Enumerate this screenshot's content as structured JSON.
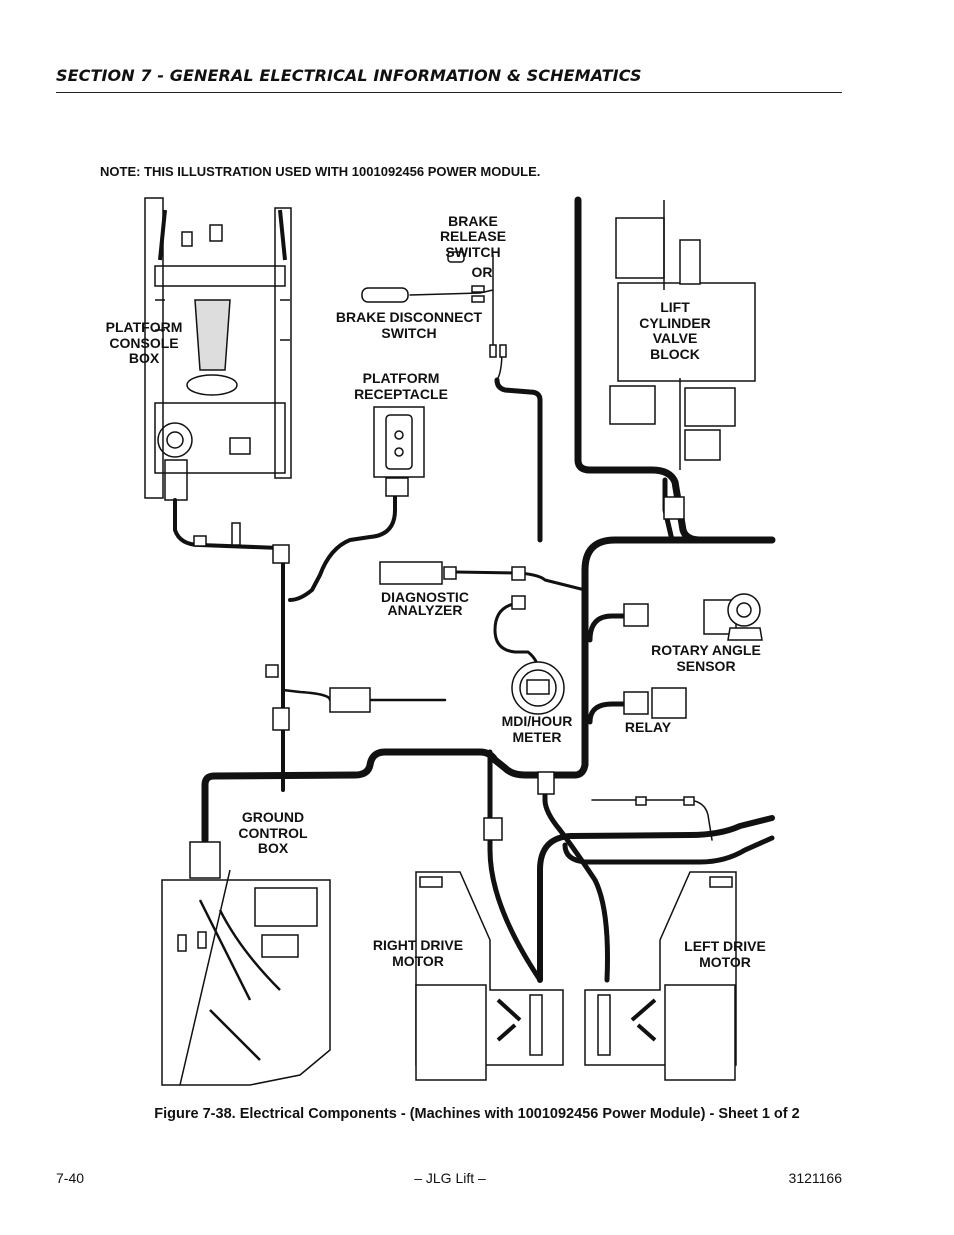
{
  "header": {
    "title": "SECTION 7 - GENERAL ELECTRICAL INFORMATION & SCHEMATICS"
  },
  "note": "NOTE: THIS ILLUSTRATION USED WITH 1001092456 POWER MODULE.",
  "labels": {
    "brake_release_switch": "BRAKE\nRELEASE\nSWITCH",
    "or": "OR",
    "brake_disconnect_switch": "BRAKE DISCONNECT\nSWITCH",
    "platform_console_box": "PLATFORM\nCONSOLE\nBOX",
    "platform_receptacle": "PLATFORM\nRECEPTACLE",
    "lift_cylinder_valve_block": "LIFT\nCYLINDER\nVALVE\nBLOCK",
    "diagnostic_analyzer": "DIAGNOSTIC\nANALYZER",
    "rotary_angle_sensor": "ROTARY ANGLE\nSENSOR",
    "relay": "RELAY",
    "mdi_hour_meter": "MDI/HOUR\nMETER",
    "ground_control_box": "GROUND\nCONTROL\nBOX",
    "right_drive_motor": "RIGHT DRIVE\nMOTOR",
    "left_drive_motor": "LEFT DRIVE\nMOTOR"
  },
  "caption": "Figure 7-38.  Electrical Components - (Machines with 1001092456 Power Module) - Sheet 1 of 2",
  "footer": {
    "page": "7-40",
    "center": "– JLG Lift –",
    "doc_number": "3121166"
  }
}
